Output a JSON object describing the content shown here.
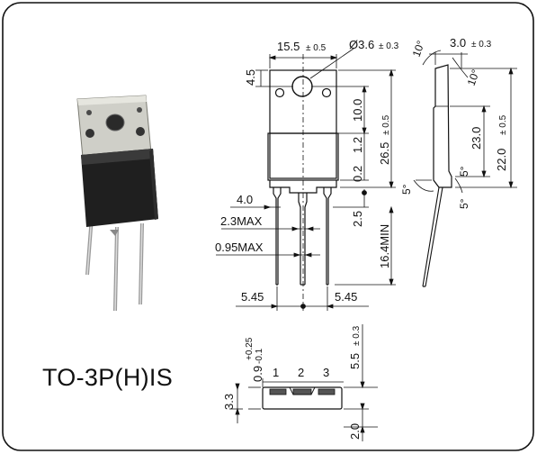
{
  "package_name": "TO-3P(H)IS",
  "photo": {
    "description_icon": "transistor-photo-icon"
  },
  "front_view": {
    "width": "15.5",
    "width_tol": "± 0.5",
    "hole_dia": "Ø3.6",
    "hole_dia_tol": "± 0.3",
    "tab_top": "4.5",
    "hole_to_body": "10.0",
    "body_gap": "1.2",
    "body_height": "26.5",
    "body_height_tol": "± 0.5",
    "step": "0.2",
    "lead_width_base": "4.0",
    "lead_max": "2.3MAX",
    "lead_thin_max": "0.95MAX",
    "lead_shoulder": "2.5",
    "lead_length": "16.4MIN",
    "pitch_left": "5.45",
    "pitch_right": "5.45"
  },
  "side_view": {
    "thickness": "3.0",
    "thickness_tol": "± 0.3",
    "angle_top_left": "10°",
    "angle_top_right": "10°",
    "height_1": "23.0",
    "height_2": "22.0",
    "height_2_tol": "± 0.5",
    "angle_bottom_1": "5°",
    "angle_bottom_2": "5°",
    "angle_bottom_3": "5°"
  },
  "bottom_view": {
    "pin_labels": [
      "1",
      "2",
      "3"
    ],
    "lead_thickness": "0.9",
    "lead_thickness_tol_plus": "+0.25",
    "lead_thickness_tol_minus": "-0.1",
    "body_height": "5.5",
    "body_height_tol": "± 0.3",
    "body_thickness": "3.3",
    "lead_drop": "2.0"
  }
}
